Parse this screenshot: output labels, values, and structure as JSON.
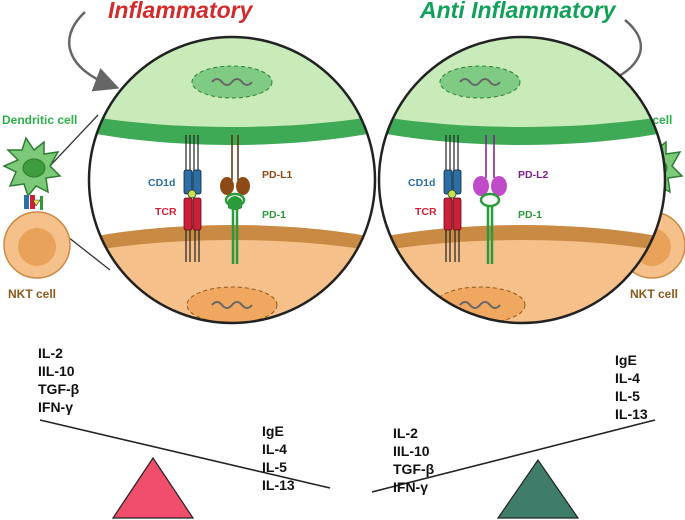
{
  "titles": {
    "left": "Inflammatory",
    "right": "Anti Inflammatory"
  },
  "colors": {
    "inflammatory": "#d22b2b",
    "anti": "#12a05a",
    "dc_green": "#2db04a",
    "nkt_brown": "#8b5a1a",
    "cd1d_blue": "#2b6fa6",
    "tcr_red": "#cc1f3a",
    "pdl1_brown": "#8b4a16",
    "pdl2_purple": "#7a1f8c",
    "pd1_green": "#2a9a3a",
    "pink_fulcrum": "#f04e6c",
    "teal_fulcrum": "#3f7c6a"
  },
  "left": {
    "dendritic_cell": "Dendritic cell",
    "nkt_cell": "NKT cell",
    "cd1d": "CD1d",
    "tcr": "TCR",
    "ligand": "PD-L1",
    "pd1": "PD-1"
  },
  "right": {
    "dendritic_cell": "Dendritic cell",
    "nkt_cell": "NKT cell",
    "cd1d": "CD1d",
    "tcr": "TCR",
    "ligand": "PD-L2",
    "pd1": "PD-1"
  },
  "balance_left": {
    "high_side": [
      "IL-2",
      "IIL-10",
      "TGF-β",
      "IFN-γ"
    ],
    "low_side": [
      "IgE",
      "IL-4",
      "IL-5",
      "IL-13"
    ]
  },
  "balance_right": {
    "high_side": [
      "IgE",
      "IL-4",
      "IL-5",
      "IL-13"
    ],
    "low_side": [
      "IL-2",
      "IIL-10",
      "TGF-β",
      "IFN-γ"
    ]
  }
}
